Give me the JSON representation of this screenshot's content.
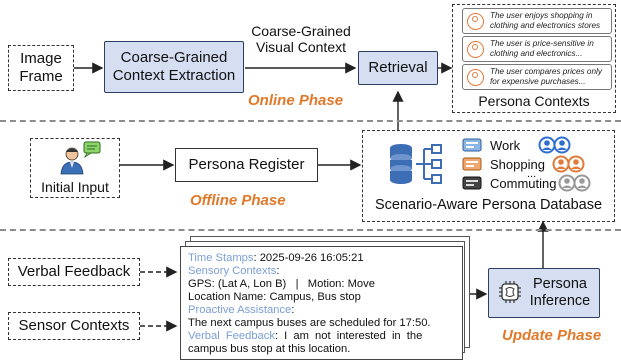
{
  "online": {
    "image_frame": "Image\nFrame",
    "extraction": "Coarse-Grained\nContext Extraction",
    "visual_context": "Coarse-Grained\nVisual Context",
    "retrieval": "Retrieval",
    "phase": "Online Phase",
    "persona_contexts_title": "Persona Contexts",
    "persona_contexts": [
      "The user enjoys shopping in clothing and electronics stores",
      "The user is price-sensitive in clothing and electronics...",
      "The user compares prices only for expensive purchases..."
    ]
  },
  "offline": {
    "initial_input": "Initial Input",
    "register": "Persona Register",
    "phase": "Offline Phase",
    "database_title": "Scenario-Aware Persona Database",
    "scenarios": [
      "Work",
      "Shopping",
      "Commuting"
    ],
    "ellipsis": "..."
  },
  "update": {
    "verbal_feedback": "Verbal Feedback",
    "sensor_contexts": "Sensor Contexts",
    "phase": "Update Phase",
    "inference": "Persona\nInference",
    "card": {
      "timestamp_key": "Time Stamps",
      "timestamp_val": ": 2025-09-26 16:05:21",
      "sensory_key": "Sensory Contexts",
      "sensory_colon": ":",
      "gps": "GPS: (Lat A, Lon B)   |   Motion: Move",
      "location": "Location Name: Campus, Bus stop",
      "proactive_key": "Proactive Assistance",
      "proactive_colon": ":",
      "proactive_val": "The next campus buses are scheduled for 17:50.",
      "verbal_key": "Verbal Feedback",
      "verbal_val": ": I am not interested in the",
      "verbal_val2": "campus bus stop at this location."
    }
  },
  "colors": {
    "phase": "#e0792a",
    "key_blue": "#7b9ed6",
    "box_blue": "#d6def2"
  }
}
